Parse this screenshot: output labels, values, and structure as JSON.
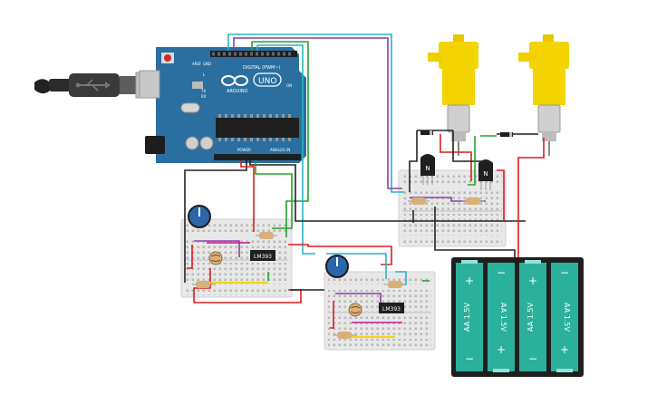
{
  "arduino": {
    "brand": "ARDUINO",
    "model": "UNO",
    "digital_label": "DIGITAL (PWM~)",
    "power_label": "POWER",
    "analog_label": "ANALOG IN",
    "tx_label": "TX",
    "rx_label": "RX",
    "l_label": "L",
    "on_label": "ON",
    "aref_label": "AREF",
    "gnd_label": "GND"
  },
  "chips": {
    "left": "LM393",
    "right": "LM393"
  },
  "transistors": {
    "left": "N",
    "right": "N"
  },
  "battery": {
    "cells": [
      "AA 1.5V",
      "AA 1.5V",
      "AA 1.5V",
      "AA 1.5V"
    ],
    "plus": "+",
    "minus": "−"
  },
  "colors": {
    "board_blue": "#2a6fa0",
    "breadboard": "#e8e8e8",
    "motor_yellow": "#f3d400",
    "battery_cell": "#2bb09c",
    "battery_case": "#1f1f1f",
    "wire_red": "#e11b1b",
    "wire_black": "#222222",
    "wire_green": "#22a32a",
    "wire_teal": "#27b3c4",
    "wire_purple": "#8a3fa6",
    "wire_magenta": "#c2188f",
    "wire_yellow": "#f1d417"
  }
}
